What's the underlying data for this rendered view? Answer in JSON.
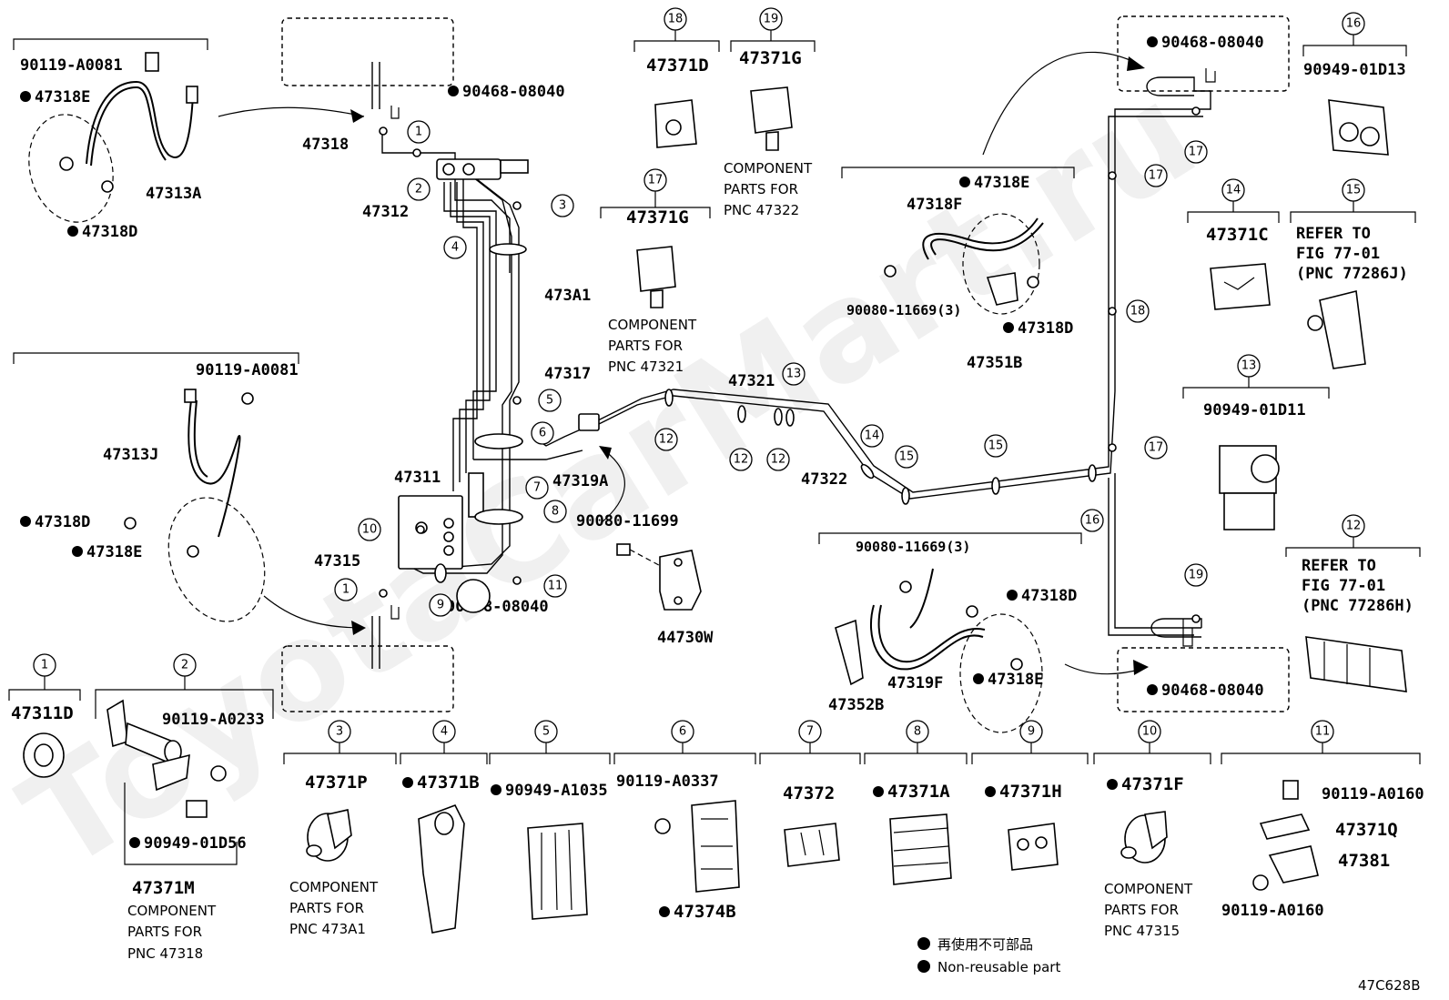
{
  "watermark": "ToyotaCarMart.ru",
  "figure_id": "47C628B",
  "legend": {
    "line_jp": "再使用不可部品",
    "line_en": "Non-reusable part"
  },
  "callouts": {
    "c1": {
      "ref": "1",
      "part": "47311D"
    },
    "c2": {
      "ref": "2",
      "part": "47371M",
      "subparts": [
        "90119-A0233",
        "90949-01D56"
      ],
      "note": [
        "COMPONENT",
        "PARTS FOR",
        "PNC 47318"
      ]
    },
    "c3": {
      "ref": "3",
      "part": "47371P",
      "note": [
        "COMPONENT",
        "PARTS FOR",
        "PNC 473A1"
      ]
    },
    "c4": {
      "ref": "4",
      "part": "47371B"
    },
    "c5": {
      "ref": "5",
      "part": "90949-A1035"
    },
    "c6": {
      "ref": "6",
      "part": "90119-A0337",
      "sub": "47374B"
    },
    "c7": {
      "ref": "7",
      "part": "47372"
    },
    "c8": {
      "ref": "8",
      "part": "47371A"
    },
    "c9": {
      "ref": "9",
      "part": "47371H"
    },
    "c10": {
      "ref": "10",
      "part": "47371F",
      "note": [
        "COMPONENT",
        "PARTS FOR",
        "PNC 47315"
      ]
    },
    "c11": {
      "ref": "11",
      "parts": [
        "90119-A0160",
        "47371Q",
        "47381",
        "90119-A0160"
      ]
    },
    "c12": {
      "ref": "12",
      "note": [
        "REFER TO",
        "FIG 77-01",
        "(PNC 77286H)"
      ]
    },
    "c13": {
      "ref": "13",
      "part": "90949-01D11"
    },
    "c14": {
      "ref": "14",
      "part": "47371C"
    },
    "c15": {
      "ref": "15",
      "note": [
        "REFER TO",
        "FIG 77-01",
        "(PNC 77286J)"
      ]
    },
    "c16": {
      "ref": "16",
      "part": "90949-01D13"
    },
    "c17": {
      "ref": "17",
      "part": "47371G",
      "note": [
        "COMPONENT",
        "PARTS FOR",
        "PNC 47321"
      ]
    },
    "c18": {
      "ref": "18",
      "part": "47371D"
    },
    "c19": {
      "ref": "19",
      "part": "47371G",
      "note": [
        "COMPONENT",
        "PARTS FOR",
        "PNC 47322"
      ]
    }
  },
  "main_labels": {
    "p47318": "47318",
    "p47312": "47312",
    "p473A1": "473A1",
    "p47317": "47317",
    "p47321": "47321",
    "p47311": "47311",
    "p47315": "47315",
    "p47319A": "47319A",
    "p90080_11699": "90080-11699",
    "p44730W": "44730W",
    "p47322": "47322",
    "p90468_tl": "90468-08040",
    "p90468_bl": "90468-08040",
    "p90468_tr": "90468-08040",
    "p90468_br": "90468-08040"
  },
  "hose_groups": {
    "top_left": {
      "bolt": "90119-A0081",
      "gasket1": "47318E",
      "gasket2": "47318D",
      "hose": "47313A"
    },
    "mid_left": {
      "bolt": "90119-A0081",
      "hose": "47313J",
      "gasket1": "47318D",
      "gasket2": "47318E"
    },
    "top_right": {
      "gasket1": "47318E",
      "hose": "47318F",
      "bolt": "90080-11669(3)",
      "gasket2": "47318D",
      "bracket": "47351B"
    },
    "bottom_right": {
      "bolt": "90080-11669(3)",
      "gasket1": "47318D",
      "hose": "47319F",
      "gasket2": "47318E",
      "bracket": "47352B"
    }
  }
}
